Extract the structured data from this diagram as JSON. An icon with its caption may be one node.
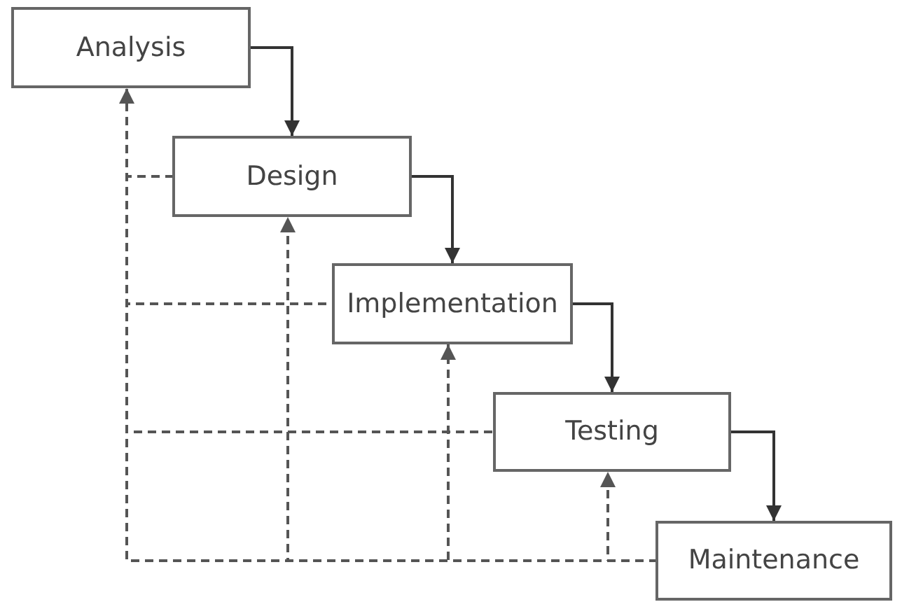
{
  "diagram": {
    "nodes": [
      {
        "text": [
          "Analysis"
        ]
      },
      {
        "text": [
          "Design"
        ]
      },
      {
        "text": [
          "Implementation"
        ]
      },
      {
        "text": [
          "Testing"
        ]
      },
      {
        "text": [
          "Maintenance"
        ]
      }
    ],
    "edges": [
      {
        "from": 0,
        "to": 1,
        "arrow": "to"
      },
      {
        "from": 1,
        "to": 2,
        "arrow": "to"
      },
      {
        "from": 2,
        "to": 3,
        "arrow": "to"
      },
      {
        "from": 3,
        "to": 4,
        "arrow": "to"
      },
      {
        "from": 4,
        "to": 3,
        "arrow": "to",
        "style": "dashed"
      },
      {
        "from": 4,
        "to": 2,
        "arrow": "to",
        "style": "dashed"
      },
      {
        "from": 4,
        "to": 1,
        "arrow": "to",
        "style": "dashed"
      },
      {
        "from": 4,
        "to": 0,
        "arrow": "to",
        "style": "dashed"
      },
      {
        "from": 3,
        "to": 0,
        "arrow": "to",
        "style": "dashed"
      },
      {
        "from": 2,
        "to": 0,
        "arrow": "to",
        "style": "dashed"
      },
      {
        "from": 1,
        "to": 0,
        "arrow": "to",
        "style": "dashed"
      }
    ]
  }
}
